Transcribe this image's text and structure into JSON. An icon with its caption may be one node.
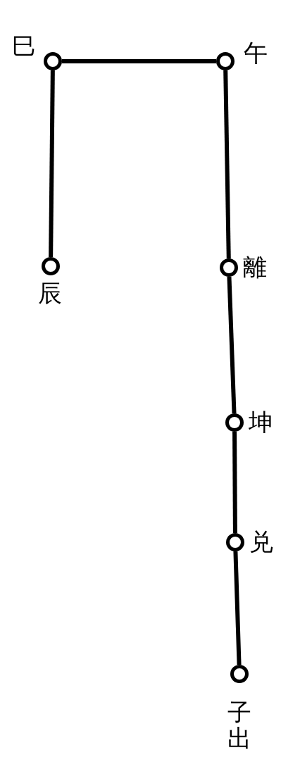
{
  "diagram": {
    "nodes": [
      {
        "text": [
          "巳"
        ]
      },
      {
        "text": [
          "午"
        ]
      },
      {
        "text": [
          "辰"
        ]
      },
      {
        "text": [
          "離"
        ]
      },
      {
        "text": [
          "坤"
        ]
      },
      {
        "text": [
          "兑"
        ]
      },
      {
        "text": [
          "子出"
        ]
      }
    ],
    "edges": [
      {
        "from": 0,
        "to": 1,
        "arrow": "none"
      },
      {
        "from": 0,
        "to": 2,
        "arrow": "none"
      },
      {
        "from": 1,
        "to": 3,
        "arrow": "none"
      },
      {
        "from": 3,
        "to": 4,
        "arrow": "none"
      },
      {
        "from": 4,
        "to": 5,
        "arrow": "none"
      },
      {
        "from": 5,
        "to": 6,
        "arrow": "none"
      }
    ]
  }
}
